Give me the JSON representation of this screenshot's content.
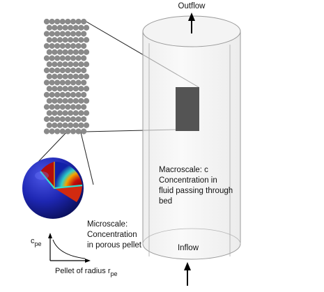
{
  "labels": {
    "outflow": "Outflow",
    "inflow": "Inflow",
    "macroscale": [
      "Macroscale: c",
      "Concentration in",
      "fluid passing through",
      "bed"
    ],
    "microscale": [
      "Microscale:",
      "Concentration",
      "in porous pellet"
    ],
    "plot_y": {
      "base": "c",
      "sub": "pe"
    },
    "plot_x": {
      "base": "Pellet of radius r",
      "sub": "pe"
    }
  },
  "colors": {
    "pellet": "#8a8a8a",
    "bed_region": "#545454",
    "cylinder_edge": "#9a9a9a",
    "cylinder_fill": "#f1f1f1",
    "sphere_outer": "#1a1f9c",
    "sphere_hot": "#d01010",
    "arrow": "#000000"
  },
  "packing": {
    "rows": 19,
    "cols": 8
  }
}
